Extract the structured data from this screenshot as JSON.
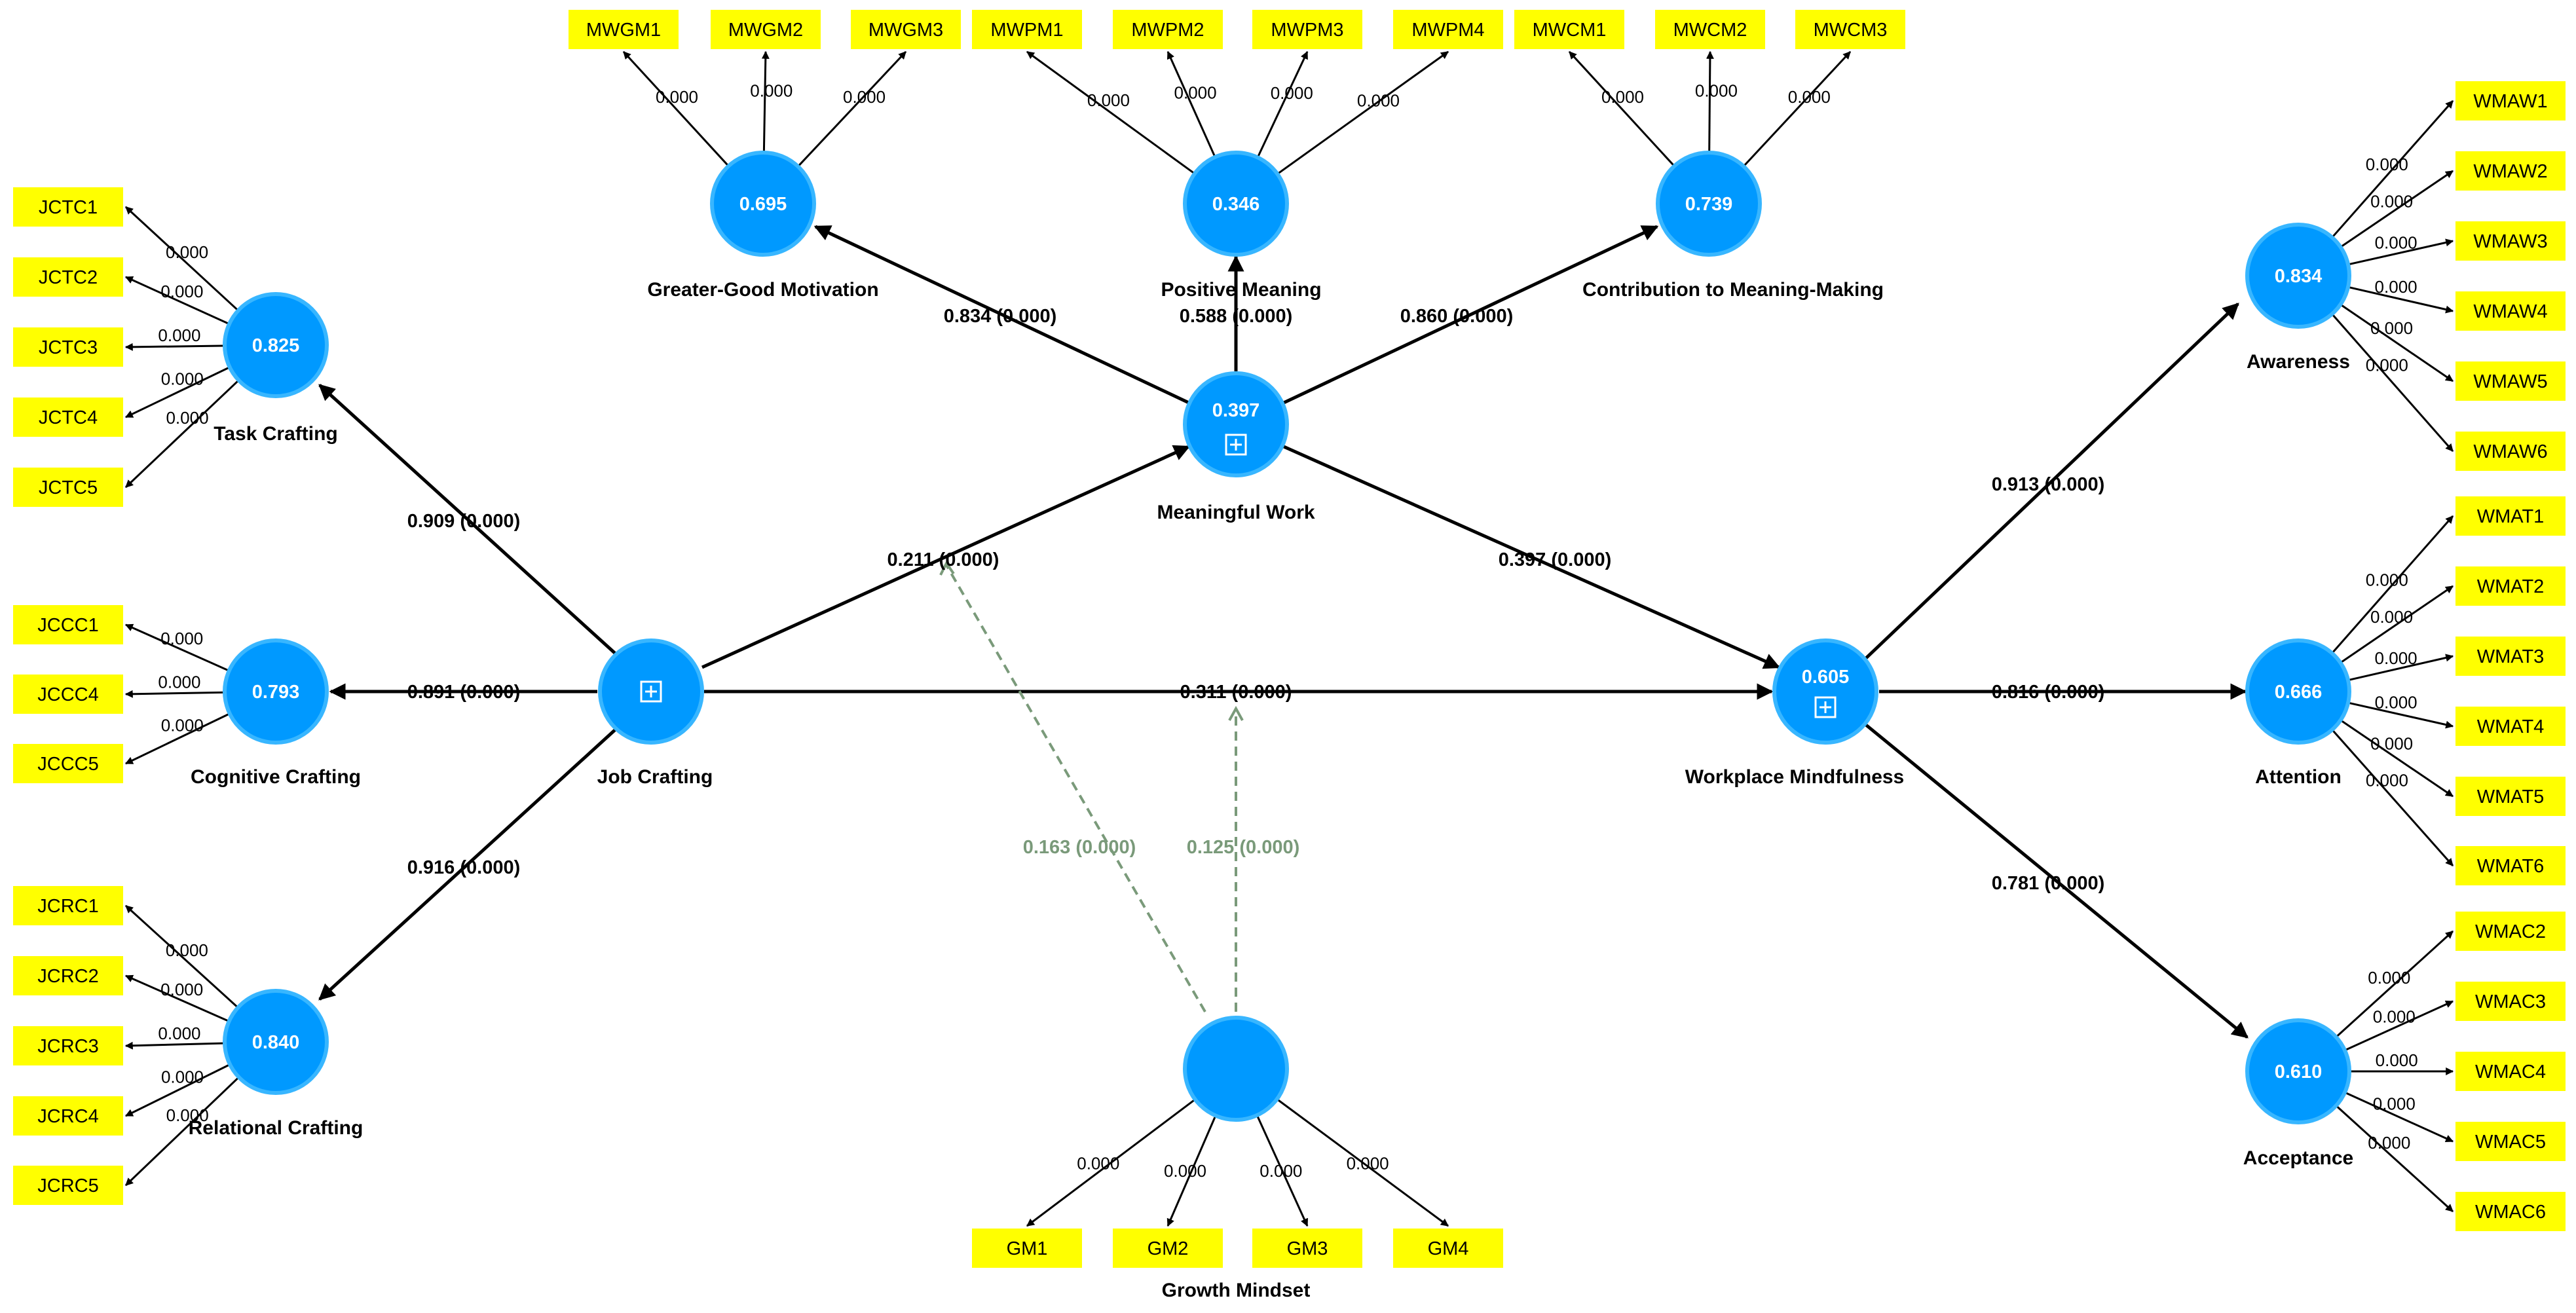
{
  "latent_variables": {
    "task_crafting": {
      "name": "Task Crafting",
      "value": "0.825"
    },
    "cognitive_crafting": {
      "name": "Cognitive Crafting",
      "value": "0.793"
    },
    "relational_crafting": {
      "name": "Relational Crafting",
      "value": "0.840"
    },
    "job_crafting": {
      "name": "Job Crafting",
      "value": ""
    },
    "meaningful_work": {
      "name": "Meaningful Work",
      "value": "0.397"
    },
    "greater_good": {
      "name": "Greater-Good Motivation",
      "value": "0.695"
    },
    "positive_meaning": {
      "name": "Positive Meaning",
      "value": "0.346"
    },
    "contribution": {
      "name": "Contribution to Meaning-Making",
      "value": "0.739"
    },
    "workplace_mindfulness": {
      "name": "Workplace Mindfulness",
      "value": "0.605"
    },
    "awareness": {
      "name": "Awareness",
      "value": "0.834"
    },
    "attention": {
      "name": "Attention",
      "value": "0.666"
    },
    "acceptance": {
      "name": "Acceptance",
      "value": "0.610"
    },
    "growth_mindset": {
      "name": "Growth Mindset",
      "value": ""
    }
  },
  "paths": {
    "jc_tc": "0.909 (0.000)",
    "jc_cc": "0.891 (0.000)",
    "jc_rc": "0.916 (0.000)",
    "jc_mw": "0.211 (0.000)",
    "jc_wm": "0.311 (0.000)",
    "mw_gg": "0.834 (0.000)",
    "mw_pm": "0.588 (0.000)",
    "mw_cm": "0.860 (0.000)",
    "mw_wm": "0.397 (0.000)",
    "wm_aw": "0.913 (0.000)",
    "wm_at": "0.816 (0.000)",
    "wm_ac": "0.781 (0.000)",
    "gm_mod_jc_mw": "0.163 (0.000)",
    "gm_mod_jc_wm": "0.125 (0.000)"
  },
  "indicator_weight": "0.000",
  "indicators": {
    "task": [
      "JCTC1",
      "JCTC2",
      "JCTC3",
      "JCTC4",
      "JCTC5"
    ],
    "cognitive": [
      "JCCC1",
      "JCCC4",
      "JCCC5"
    ],
    "relational": [
      "JCRC1",
      "JCRC2",
      "JCRC3",
      "JCRC4",
      "JCRC5"
    ],
    "greater_good": [
      "MWGM1",
      "MWGM2",
      "MWGM3"
    ],
    "positive_meaning": [
      "MWPM1",
      "MWPM2",
      "MWPM3",
      "MWPM4"
    ],
    "contribution": [
      "MWCM1",
      "MWCM2",
      "MWCM3"
    ],
    "awareness": [
      "WMAW1",
      "WMAW2",
      "WMAW3",
      "WMAW4",
      "WMAW5",
      "WMAW6"
    ],
    "attention": [
      "WMAT1",
      "WMAT2",
      "WMAT3",
      "WMAT4",
      "WMAT5",
      "WMAT6"
    ],
    "acceptance": [
      "WMAC2",
      "WMAC3",
      "WMAC4",
      "WMAC5",
      "WMAC6"
    ],
    "growth": [
      "GM1",
      "GM2",
      "GM3",
      "GM4"
    ]
  },
  "colors": {
    "construct_fill": "#0099ff",
    "indicator_fill": "#ffff00",
    "moderation_path": "#7a9a7a"
  }
}
